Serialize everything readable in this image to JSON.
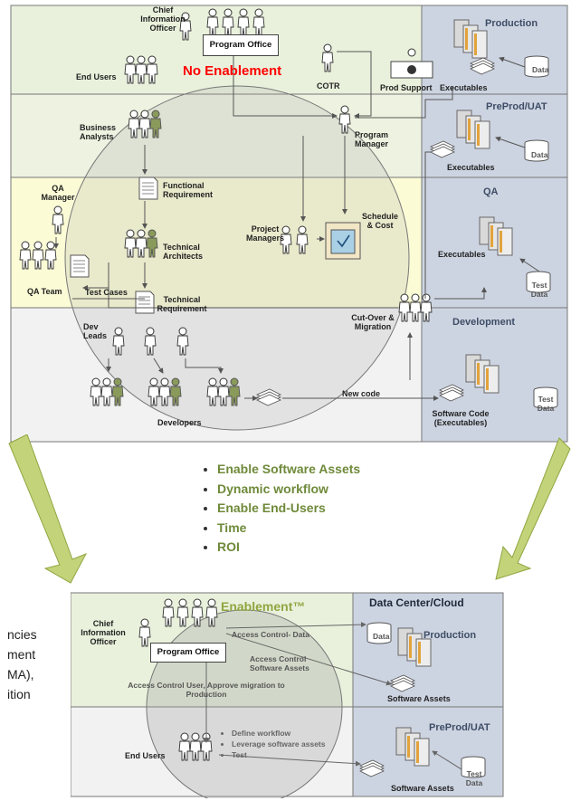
{
  "top_diagram": {
    "title": "No Enablement",
    "environments": {
      "production": "Production",
      "preprod": "PreProd/UAT",
      "qa": "QA",
      "development": "Development"
    },
    "labels": {
      "cio": "Chief Information Officer",
      "program_office": "Program Office",
      "end_users": "End Users",
      "cotr": "COTR",
      "prod_support": "Prod Support",
      "data_prod": "Data",
      "executables_prod": "Executables",
      "business_analysts": "Business Analysts",
      "program_manager": "Program Manager",
      "data_preprod": "Data",
      "executables_preprod": "Executables",
      "qa_manager": "QA Manager",
      "functional_requirement": "Functional Requirement",
      "technical_architects": "Technical Architects",
      "project_managers": "Project Managers",
      "schedule_cost": "Schedule & Cost",
      "executables_qa": "Executables",
      "test_data_qa": "Test Data",
      "qa_team": "QA Team",
      "test_cases": "Test Cases",
      "technical_requirement": "Technical Requirement",
      "cutover_migration": "Cut-Over & Migration",
      "dev_leads": "Dev Leads",
      "new_code": "New code",
      "developers": "Developers",
      "software_code": "Software Code (Executables)",
      "test_data_dev": "Test Data"
    }
  },
  "benefits": [
    "Enable Software Assets",
    "Dynamic workflow",
    "Enable End-Users",
    "Time",
    "ROI"
  ],
  "side_text": [
    "ncies",
    "ment",
    "MA),",
    "ition"
  ],
  "bottom_diagram": {
    "title": "Enablement™",
    "data_center": "Data Center/Cloud",
    "labels": {
      "cio": "Chief Information Officer",
      "program_office": "Program Office",
      "access_control_data": "Access Control- Data",
      "data": "Data",
      "production": "Production",
      "access_control_assets": "Access Control Software Assets",
      "access_control_migration": "Access Control User, Approve migration to Production",
      "software_assets_prod": "Software Assets",
      "end_users": "End Users",
      "preprod": "PreProd/UAT",
      "test_data": "Test Data",
      "software_assets_preprod": "Software Assets"
    },
    "workflow_items": [
      "Define workflow",
      "Leverage software assets",
      "Test"
    ]
  },
  "colors": {
    "row_production": "#e9f1dc",
    "row_analysts": "#eef2e0",
    "row_qa": "#fbfbd6",
    "row_dev": "#f2f2f2",
    "env_panel": "#cdd4e1",
    "title_red": "#ff0000",
    "title_green": "#8fa640",
    "arrow_green": "#c3d37a"
  }
}
